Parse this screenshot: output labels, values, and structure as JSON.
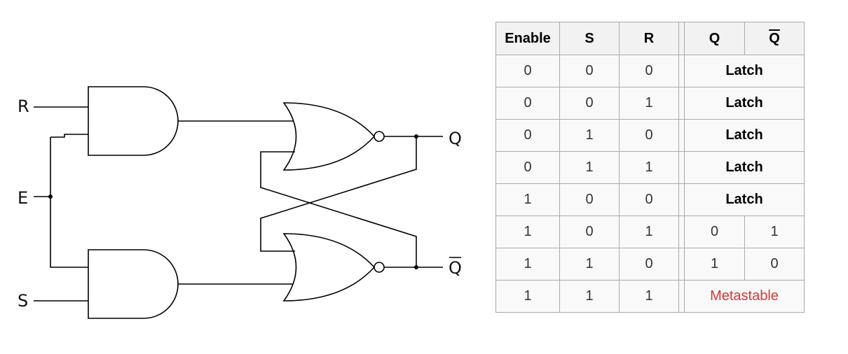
{
  "circuit": {
    "labels": {
      "r": "R",
      "e": "E",
      "s": "S",
      "q": "Q",
      "q_bar": "Q"
    }
  },
  "truth_table": {
    "headers": {
      "enable": "Enable",
      "s": "S",
      "r": "R",
      "q": "Q",
      "q_bar": "Q"
    },
    "rows": [
      {
        "enable": "0",
        "s": "0",
        "r": "0",
        "output": "Latch"
      },
      {
        "enable": "0",
        "s": "0",
        "r": "1",
        "output": "Latch"
      },
      {
        "enable": "0",
        "s": "1",
        "r": "0",
        "output": "Latch"
      },
      {
        "enable": "0",
        "s": "1",
        "r": "1",
        "output": "Latch"
      },
      {
        "enable": "1",
        "s": "0",
        "r": "0",
        "output": "Latch"
      },
      {
        "enable": "1",
        "s": "0",
        "r": "1",
        "q": "0",
        "q_bar": "1"
      },
      {
        "enable": "1",
        "s": "1",
        "r": "0",
        "q": "1",
        "q_bar": "0"
      },
      {
        "enable": "1",
        "s": "1",
        "r": "1",
        "output": "Metastable"
      }
    ]
  },
  "colors": {
    "metastable": "#dd3333",
    "border": "#aaaaaa",
    "header_bg": "#f2f2f2",
    "cell_bg": "#f9f9f9"
  }
}
